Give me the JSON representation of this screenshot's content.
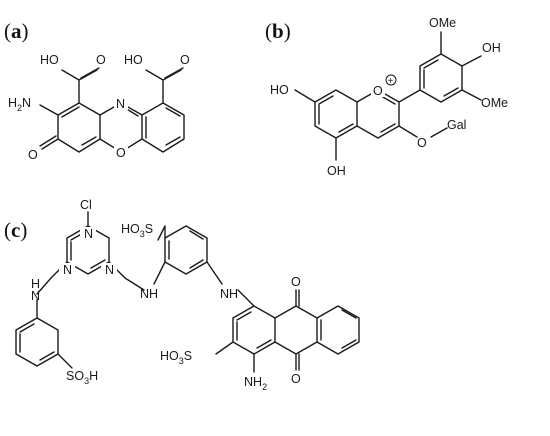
{
  "panels": {
    "a": {
      "label": "(a)",
      "letter": "a"
    },
    "b": {
      "label": "(b)",
      "letter": "b"
    },
    "c": {
      "label": "(c)",
      "letter": "c"
    }
  },
  "structure_a": {
    "ho_left": "HO",
    "ho_right": "HO",
    "o_left": "O",
    "o_right": "O",
    "h2n_h": "H",
    "h2n_sub": "2",
    "h2n_n": "N",
    "n_center": "N",
    "o_ring": "O",
    "o_ketone": "O"
  },
  "structure_b": {
    "ome_top": "OMe",
    "oh_right": "OH",
    "ome_bottom": "OMe",
    "o_plus": "O",
    "plus": "+",
    "ho_left": "HO",
    "oh_bottom": "OH",
    "o_gal": "O",
    "gal": "Gal"
  },
  "structure_c": {
    "cl": "Cl",
    "ho3s_top_a": "HO",
    "ho3s_top_sub": "3",
    "ho3s_top_s": "S",
    "n_triazine_1": "N",
    "n_triazine_2": "N",
    "n_triazine_3": "N",
    "nh_1": "N",
    "nh_1h": "H",
    "nh_2": "NH",
    "nh_3": "NH",
    "so3h_a": "SO",
    "so3h_sub": "3",
    "so3h_h": "H",
    "ho3s_bottom_a": "HO",
    "ho3s_bottom_sub": "3",
    "ho3s_bottom_s": "S",
    "o_top": "O",
    "o_bottom": "O",
    "nh2_n": "NH",
    "nh2_sub": "2"
  }
}
